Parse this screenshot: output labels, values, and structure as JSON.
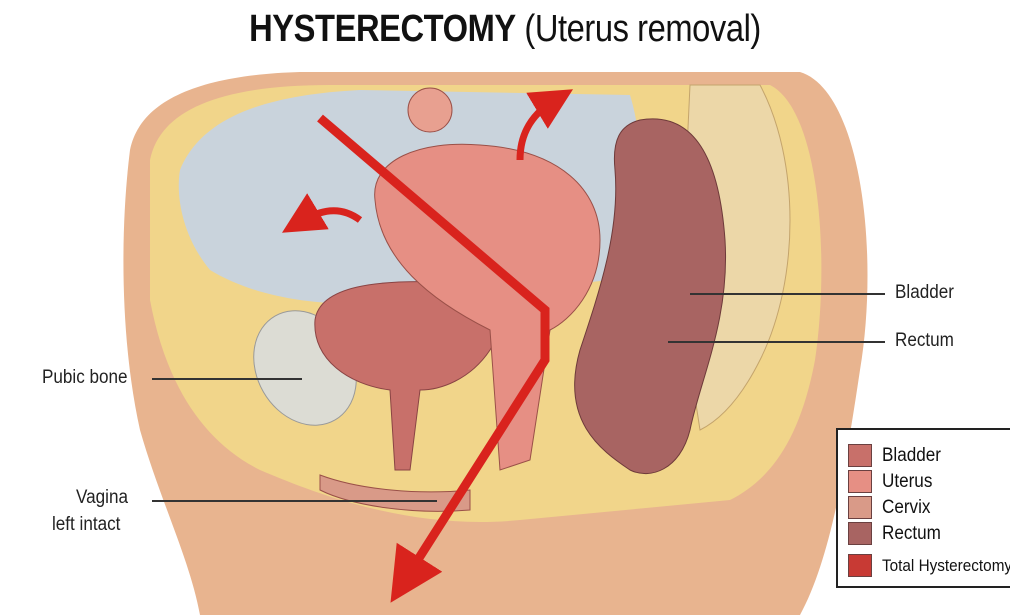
{
  "title": {
    "bold": "HYSTERECTOMY",
    "normal": "(Uterus removal)"
  },
  "labels": {
    "bladder": "Bladder",
    "rectum": "Rectum",
    "pubic_bone": "Pubic bone",
    "vagina_line1": "Vagina",
    "vagina_line2": "left intact"
  },
  "legend": [
    {
      "label": "Bladder",
      "color": "#c8706a"
    },
    {
      "label": "Uterus",
      "color": "#e68f84"
    },
    {
      "label": "Cervix",
      "color": "#d99a88"
    },
    {
      "label": "Rectum",
      "color": "#a86462"
    },
    {
      "label": "Total Hysterectomy",
      "color": "#c83a34"
    }
  ],
  "colors": {
    "skin": "#e8b48f",
    "fat": "#f1d58a",
    "cavity": "#c9d3dc",
    "arrow": "#d9231d"
  }
}
